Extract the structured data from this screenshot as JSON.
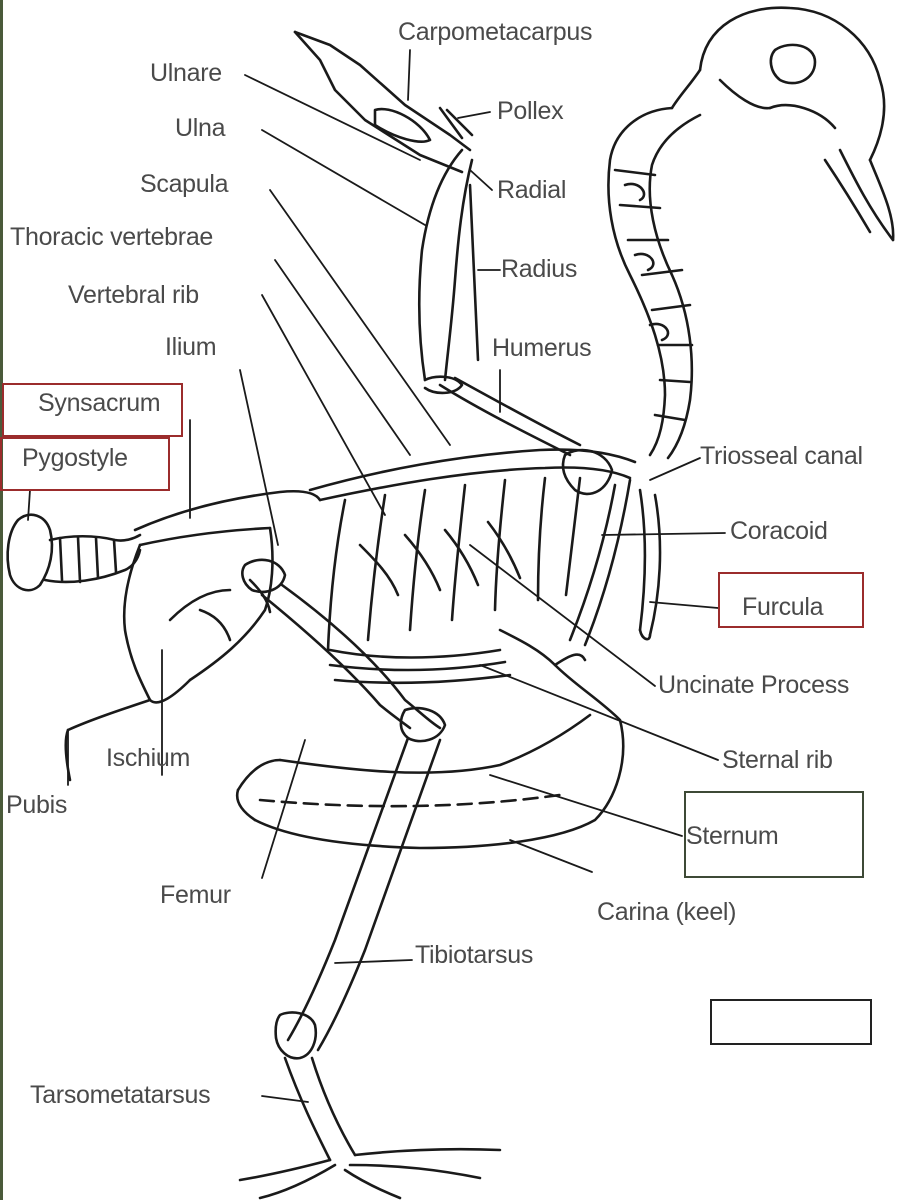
{
  "colors": {
    "text": "#4a4a4a",
    "line": "#1a1a1a",
    "highlight_box": "#9b2c2c",
    "sternum_box": "#3e4a36",
    "empty_box": "#222222"
  },
  "labels": {
    "carpometacarpus": "Carpometacarpus",
    "ulnare": "Ulnare",
    "pollex": "Pollex",
    "ulna": "Ulna",
    "radial": "Radial",
    "scapula": "Scapula",
    "thoracic_vertebrae": "Thoracic vertebrae",
    "radius": "Radius",
    "vertebral_rib": "Vertebral rib",
    "ilium": "Ilium",
    "humerus": "Humerus",
    "synsacrum": "Synsacrum",
    "pygostyle": "Pygostyle",
    "triosseal_canal": "Triosseal canal",
    "coracoid": "Coracoid",
    "furcula": "Furcula",
    "uncinate_process": "Uncinate Process",
    "ischium": "Ischium",
    "sternal_rib": "Sternal rib",
    "pubis": "Pubis",
    "sternum": "Sternum",
    "femur": "Femur",
    "carina_keel": "Carina (keel)",
    "tibiotarsus": "Tibiotarsus",
    "tarsometatarsus": "Tarsometatarsus"
  }
}
